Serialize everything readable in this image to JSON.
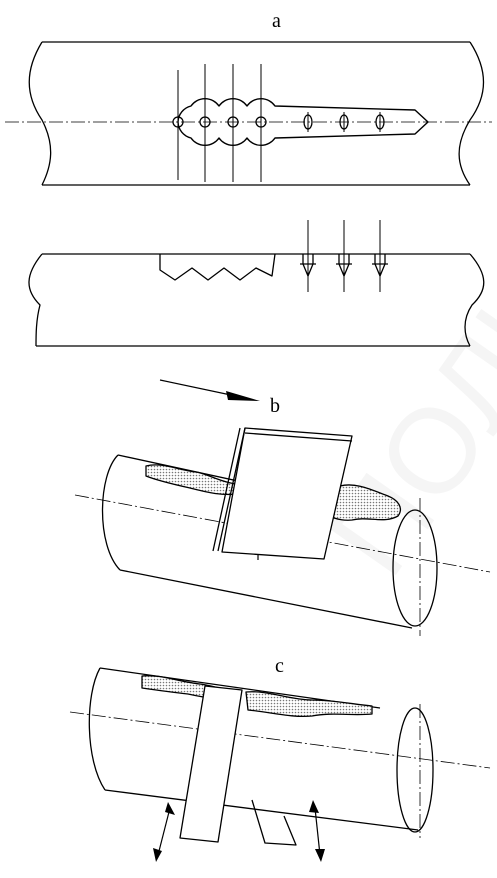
{
  "figure": {
    "label_a": "a",
    "label_b": "b",
    "label_c": "c"
  },
  "colors": {
    "ink": "#000000",
    "hatch": "#b8b8b8",
    "watermark": "#f2f2f2"
  },
  "icons": {
    "motion_arrow": "arrow-right-icon",
    "oscillation_arrows": "double-arrow-icon"
  }
}
